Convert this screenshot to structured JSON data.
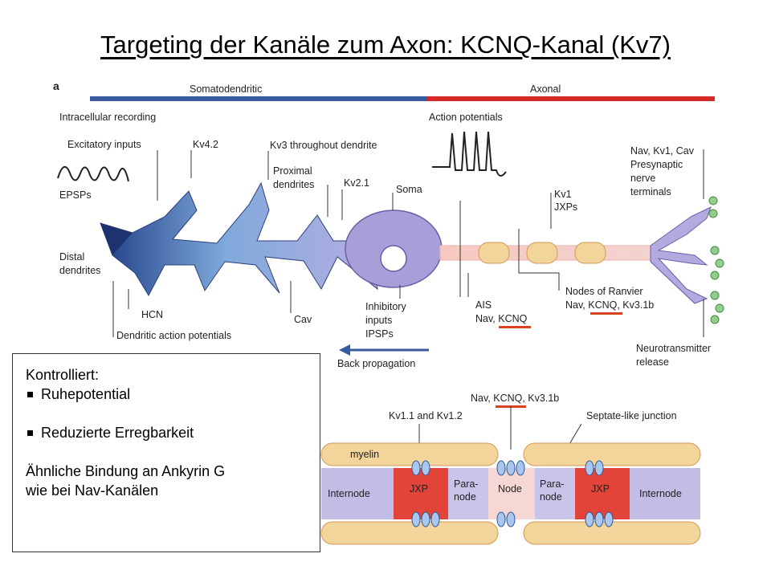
{
  "title": "Targeting der Kanäle zum Axon: KCNQ-Kanal (Kv7)",
  "figure": {
    "panel_label": "a",
    "bar_left": "Somatodendritic",
    "bar_right": "Axonal",
    "labels": {
      "intracellular": "Intracellular recording",
      "excitatory": "Excitatory inputs",
      "epsps": "EPSPs",
      "kv42": "Kv4.2",
      "kv3": "Kv3 throughout dendrite",
      "proximal1": "Proximal",
      "proximal2": "dendrites",
      "kv21": "Kv2.1",
      "soma": "Soma",
      "action": "Action potentials",
      "presyn1": "Nav, Kv1, Cav",
      "presyn2": "Presynaptic",
      "presyn3": "nerve",
      "presyn4": "terminals",
      "kv1": "Kv1",
      "jxps": "JXPs",
      "distal1": "Distal",
      "distal2": "dendrites",
      "hcn": "HCN",
      "dendritic_ap": "Dendritic action potentials",
      "cav": "Cav",
      "inhib1": "Inhibitory",
      "inhib2": "inputs",
      "inhib3": "IPSPs",
      "ais": "AIS",
      "ais_ch": "Nav, KCNQ",
      "nodes1": "Nodes of Ranvier",
      "nodes2": "Nav, KCNQ, Kv3.1b",
      "neuro1": "Neurotransmitter",
      "neuro2": "release",
      "back": "Back propagation"
    },
    "node_panel": {
      "top_label": "Nav, KCNQ, Kv3.1b",
      "kv11": "Kv1.1 and Kv1.2",
      "septate": "Septate-like junction",
      "myelin": "myelin",
      "internode_left": "Internode",
      "jxp_left": "JXP",
      "para_left_1": "Para-",
      "para_left_2": "node",
      "node": "Node",
      "para_right_1": "Para-",
      "para_right_2": "node",
      "jxp_right": "JXP",
      "internode_right": "Internode"
    }
  },
  "info_box": {
    "heading": "Kontrolliert:",
    "bullet1": "Ruhepotential",
    "bullet2": "Reduzierte Erregbarkeit",
    "note_line1": "Ähnliche Bindung an Ankyrin G",
    "note_line2": "wie bei Nav-Kanälen"
  },
  "colors": {
    "somatodendritic_bar": "#3a5aa0",
    "axonal_bar": "#d42a2a",
    "highlight": "#d9421e"
  }
}
